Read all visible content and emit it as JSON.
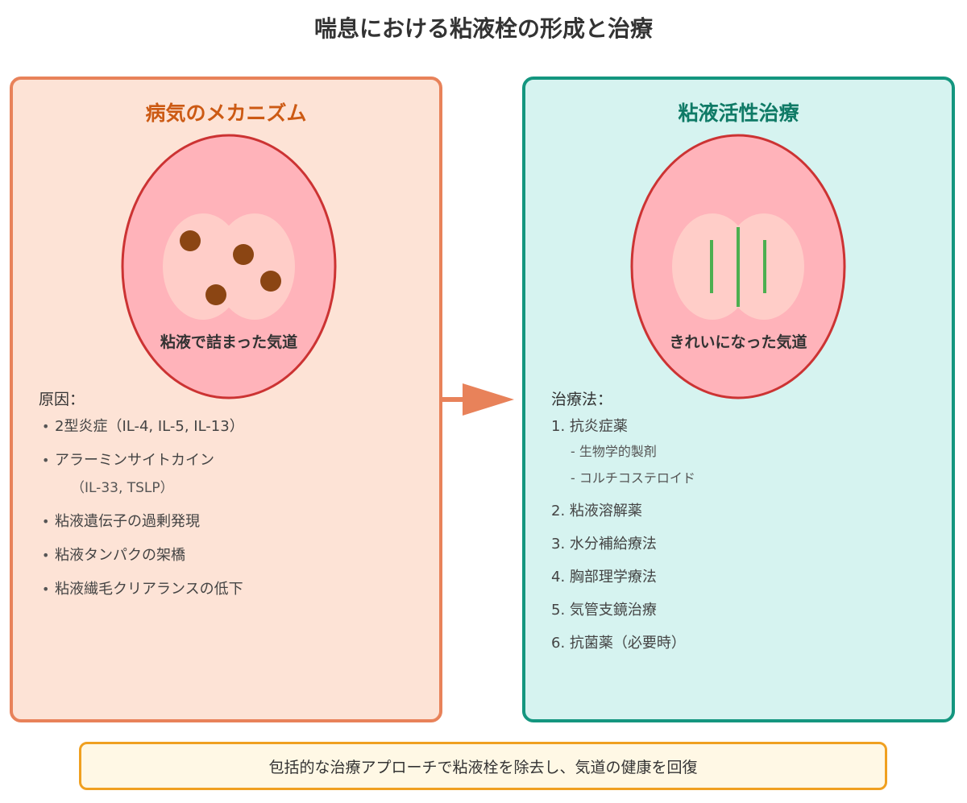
{
  "title": "喘息における粘液栓の形成と治療",
  "left_panel": {
    "heading": "病気のメカニズム",
    "airway_label": "粘液で詰まった気道",
    "causes_title": "原因：",
    "causes": [
      {
        "text": "2型炎症（IL-4, IL-5, IL-13）",
        "sub": ""
      },
      {
        "text": "アラーミンサイトカイン",
        "sub": "（IL-33, TSLP）"
      },
      {
        "text": "粘液遺伝子の過剰発現",
        "sub": ""
      },
      {
        "text": "粘液タンパクの架橋",
        "sub": ""
      },
      {
        "text": "粘液繊毛クリアランスの低下",
        "sub": ""
      }
    ],
    "bullet_char": "•"
  },
  "right_panel": {
    "heading": "粘液活性治療",
    "airway_label": "きれいになった気道",
    "treatments_title": "治療法：",
    "treatments": [
      {
        "text": "1. 抗炎症薬",
        "subitems": [
          "- 生物学的製剤",
          "- コルチコステロイド"
        ]
      },
      {
        "text": "2. 粘液溶解薬",
        "subitems": []
      },
      {
        "text": "3. 水分補給療法",
        "subitems": []
      },
      {
        "text": "4. 胸部理学療法",
        "subitems": []
      },
      {
        "text": "5. 気管支鏡治療",
        "subitems": []
      },
      {
        "text": "6. 抗菌薬（必要時）",
        "subitems": []
      }
    ]
  },
  "summary": "包括的な治療アプローチで粘液栓を除去し、気道の健康を回復",
  "colors": {
    "left_accent": "#e8825a",
    "right_accent": "#14967f",
    "airway_outer": "#ffb3ba",
    "airway_border": "#cc3333",
    "airway_lumen": "#ffcdc8",
    "mucus_plug": "#8b4513",
    "clear_line": "#4caf50",
    "summary_border": "#f0a020"
  },
  "icons": {
    "mucus_plugs": "mucus-plug-icon",
    "clear_lines": "clear-airway-line-icon",
    "arrow": "arrow-right-icon"
  }
}
